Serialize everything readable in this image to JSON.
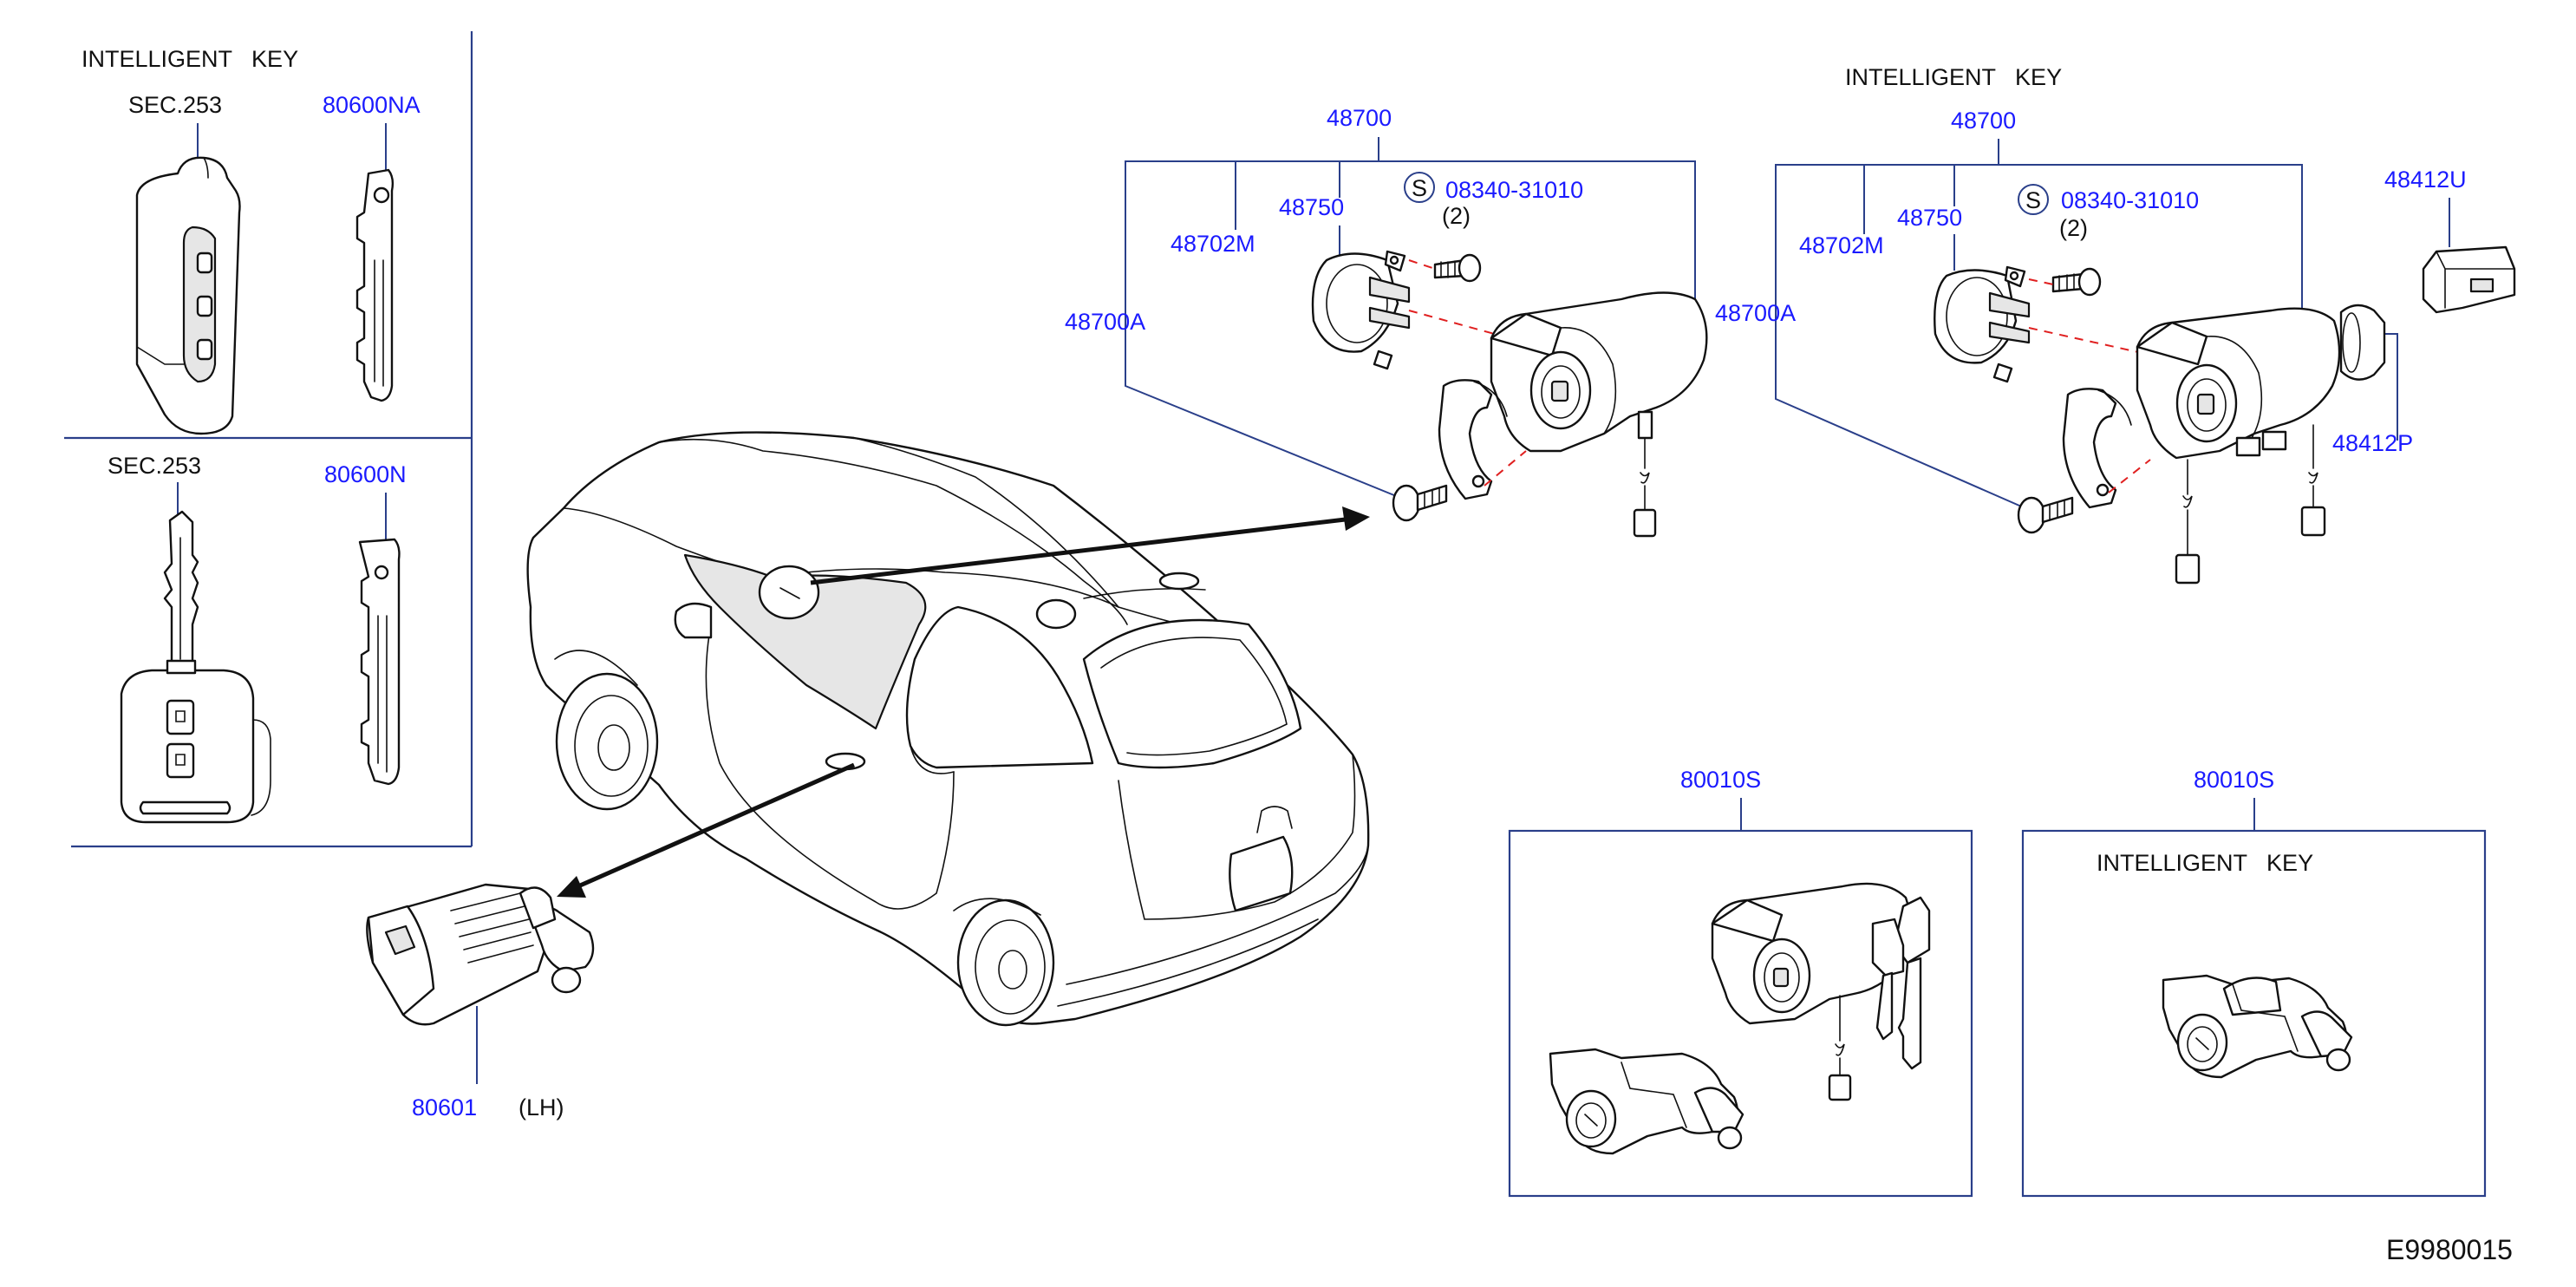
{
  "diagram_code": "E9980015",
  "colors": {
    "part_number": "#1a1aff",
    "text": "#111111",
    "leader": "#2a3f8a",
    "alignment_dash": "#e02020"
  },
  "left_panel": {
    "top": {
      "heading": "INTELLIGENT   KEY",
      "ref_label": "SEC.253",
      "part": "80600NA"
    },
    "bottom": {
      "ref_label": "SEC.253",
      "part": "80600N"
    }
  },
  "door_lock": {
    "part": "80601",
    "side": "(LH)"
  },
  "ignition_set_1": {
    "assembly": "48700",
    "cylinder": "48700A",
    "bracket": "48702M",
    "ring": "48750",
    "screw_symbol": "S",
    "screw": "08340-31010",
    "screw_qty": "(2)"
  },
  "ignition_set_2": {
    "heading": "INTELLIGENT   KEY",
    "assembly": "48700",
    "cylinder": "48700A",
    "bracket": "48702M",
    "ring": "48750",
    "screw_symbol": "S",
    "screw": "08340-31010",
    "screw_qty": "(2)",
    "knob_holder": "48412U",
    "knob": "48412P"
  },
  "lock_set_1": {
    "part": "80010S"
  },
  "lock_set_2": {
    "part": "80010S",
    "heading": "INTELLIGENT   KEY"
  }
}
